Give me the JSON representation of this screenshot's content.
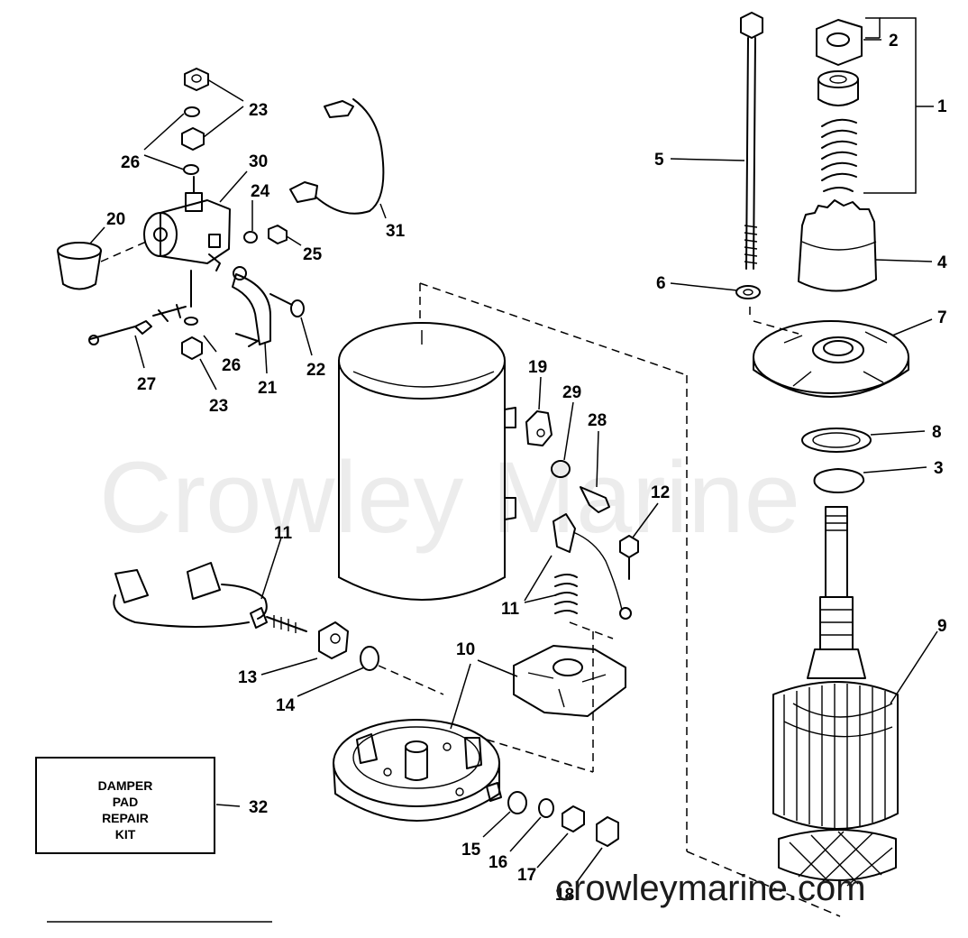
{
  "watermark": "Crowley Marine",
  "footer_url": "crowleymarine.com",
  "kit_box": {
    "lines": [
      "DAMPER",
      "PAD",
      "REPAIR",
      "KIT"
    ],
    "ref": "32"
  },
  "callouts": {
    "n1": "1",
    "n2": "2",
    "n3": "3",
    "n4": "4",
    "n5": "5",
    "n6": "6",
    "n7": "7",
    "n8": "8",
    "n9": "9",
    "n10a": "10",
    "n11a": "11",
    "n11b": "11",
    "n12": "12",
    "n13": "13",
    "n14": "14",
    "n15": "15",
    "n16": "16",
    "n17": "17",
    "n18": "18",
    "n19": "19",
    "n20": "20",
    "n21": "21",
    "n22": "22",
    "n23a": "23",
    "n23b": "23",
    "n24": "24",
    "n25": "25",
    "n26a": "26",
    "n26b": "26",
    "n27": "27",
    "n28": "28",
    "n29": "29",
    "n30": "30",
    "n31": "31"
  }
}
